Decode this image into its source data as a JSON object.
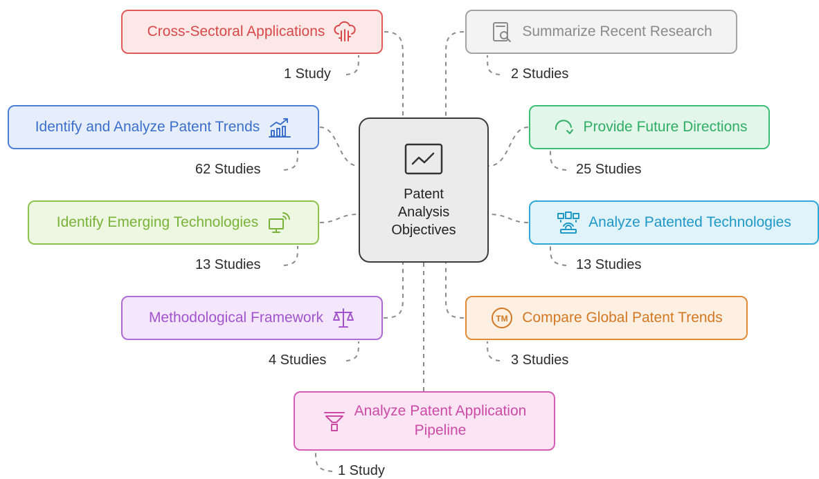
{
  "center": {
    "lines": [
      "Patent",
      "Analysis",
      "Objectives"
    ],
    "icon": "line-chart-icon"
  },
  "nodes": [
    {
      "id": "cross-sectoral",
      "label": "Cross-Sectoral Applications",
      "icon": "cloud-network-icon",
      "count": "1 Study",
      "color": "#e05a5a"
    },
    {
      "id": "summarize",
      "label": "Summarize Recent Research",
      "icon": "document-search-icon",
      "count": "2 Studies",
      "color": "#a3a3a3"
    },
    {
      "id": "identify-trends",
      "label": "Identify and Analyze Patent Trends",
      "icon": "bar-chart-trend-icon",
      "count": "62 Studies",
      "color": "#4a7fd6"
    },
    {
      "id": "future",
      "label": "Provide Future Directions",
      "icon": "redo-arrow-icon",
      "count": "25 Studies",
      "color": "#3cbf74"
    },
    {
      "id": "emerging",
      "label": "Identify Emerging Technologies",
      "icon": "monitor-wifi-icon",
      "count": "13 Studies",
      "color": "#8cc34a"
    },
    {
      "id": "patented-tech",
      "label": "Analyze Patented Technologies",
      "icon": "network-devices-icon",
      "count": "13 Studies",
      "color": "#2ea8d8"
    },
    {
      "id": "methodology",
      "label": "Methodological Framework",
      "icon": "balance-scale-icon",
      "count": "4 Studies",
      "color": "#b06ad6"
    },
    {
      "id": "global",
      "label": "Compare Global Patent Trends",
      "icon": "trademark-icon",
      "count": "3 Studies",
      "color": "#e08a34"
    },
    {
      "id": "pipeline",
      "label_lines": [
        "Analyze Patent Application",
        "Pipeline"
      ],
      "icon": "funnel-icon",
      "count": "1 Study",
      "color": "#d65bb4"
    }
  ]
}
